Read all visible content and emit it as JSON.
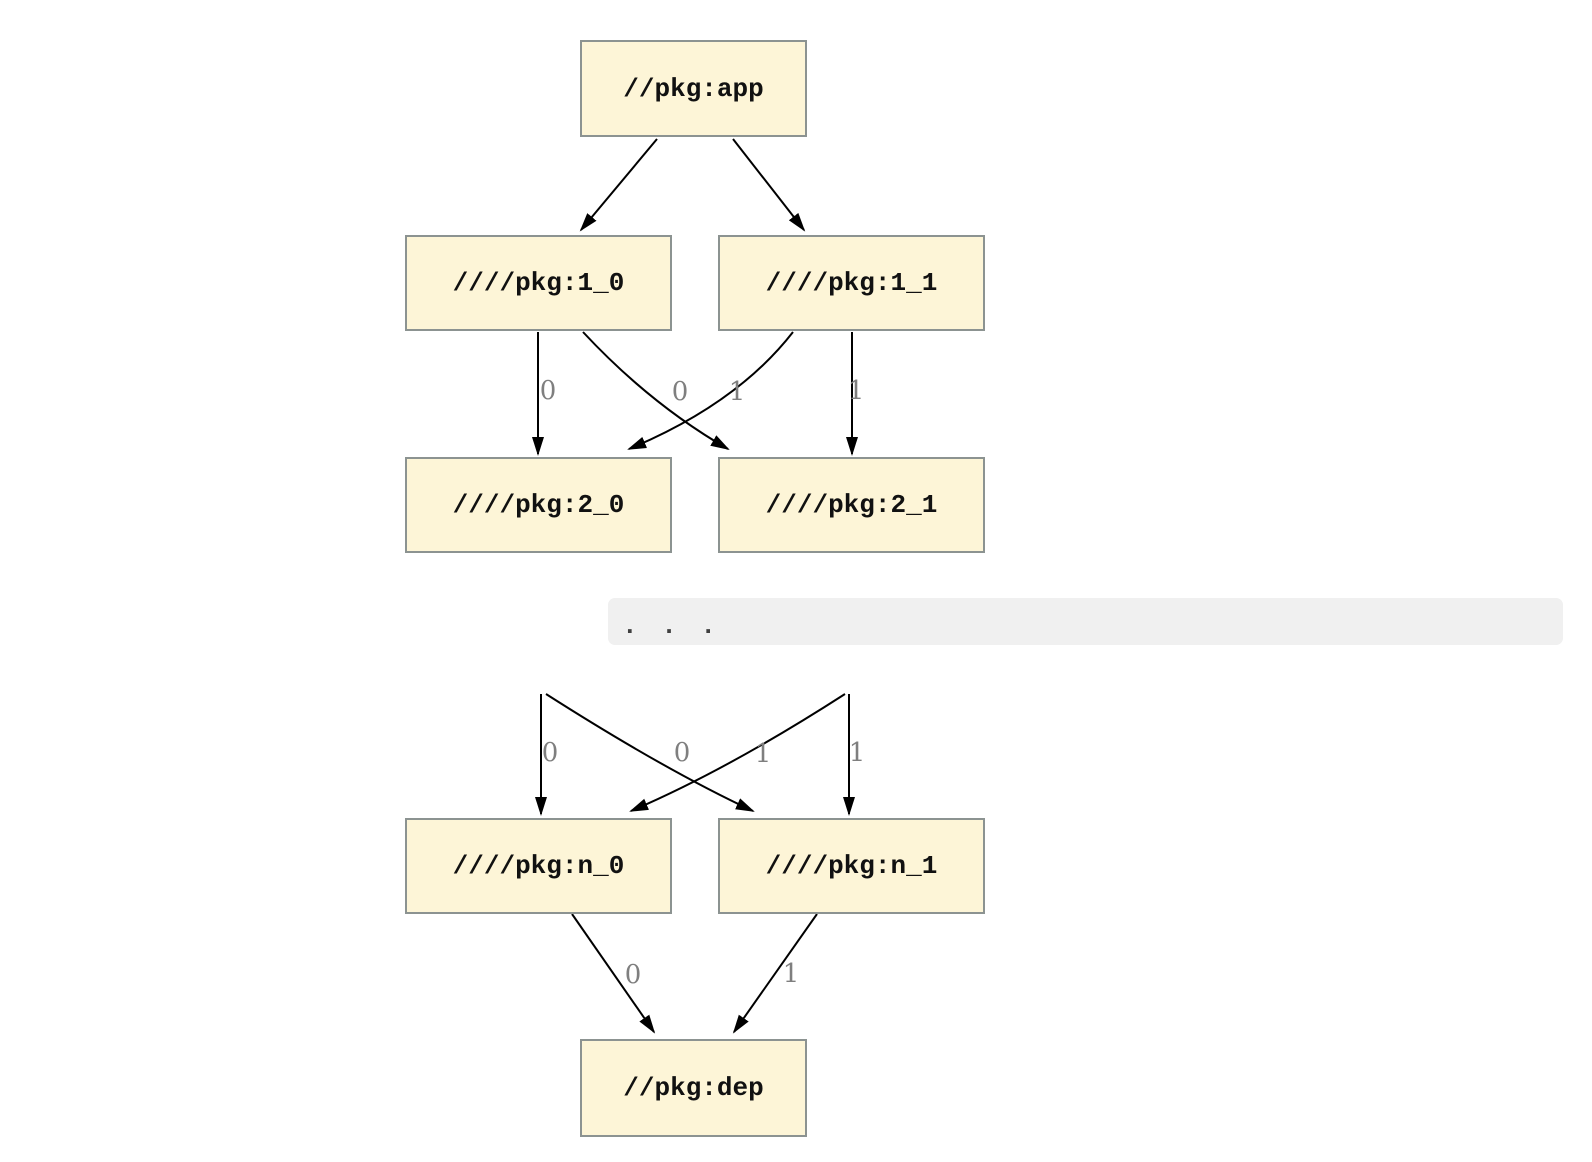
{
  "diagram": {
    "nodes": {
      "app": "//pkg:app",
      "l1_0": "////pkg:1_0",
      "l1_1": "////pkg:1_1",
      "l2_0": "////pkg:2_0",
      "l2_1": "////pkg:2_1",
      "ln_0": "////pkg:n_0",
      "ln_1": "////pkg:n_1",
      "dep": "//pkg:dep"
    },
    "ellipsis": ". . .",
    "edge_labels": {
      "mid_upper": [
        "0",
        "0",
        "1",
        "1"
      ],
      "mid_lower": [
        "0",
        "0",
        "1",
        "1"
      ],
      "bottom": [
        "0",
        "1"
      ]
    },
    "colors": {
      "node_fill": "#fdf5d7",
      "node_border": "#8c9391",
      "edge": "#000000",
      "edge_label": "#7f7f7f",
      "band_fill": "#f0f0f0",
      "dots": "#404040",
      "text": "#111111"
    }
  }
}
